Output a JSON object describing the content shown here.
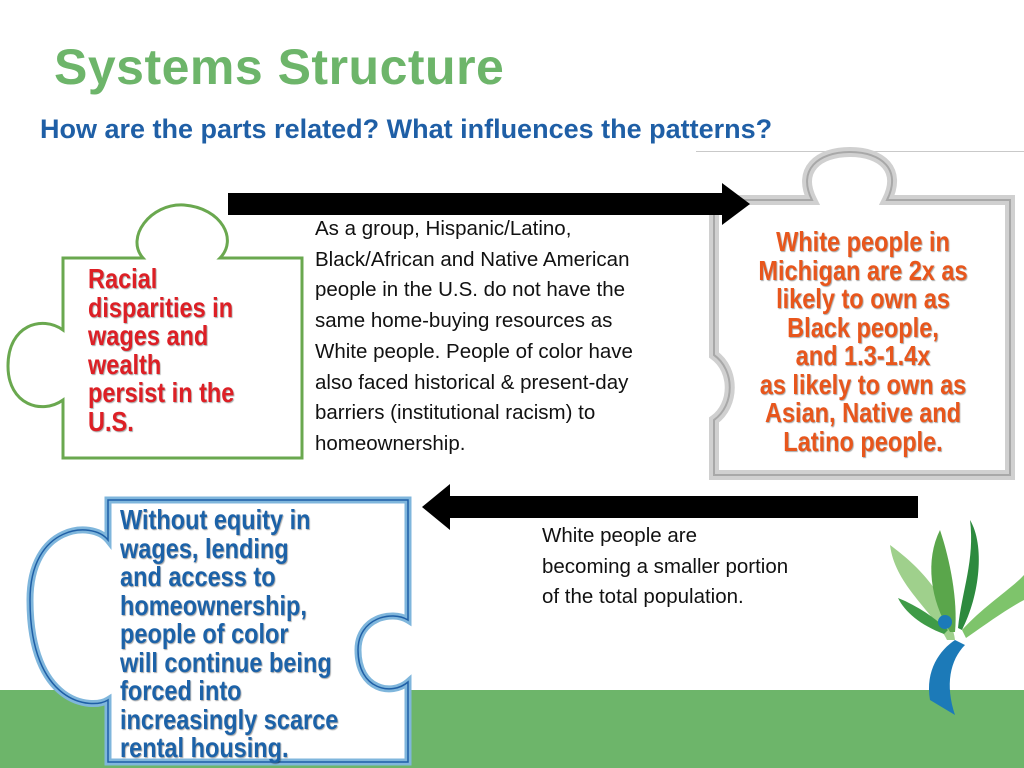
{
  "title": "Systems Structure",
  "subtitle": "How are the parts related?  What influences the patterns?",
  "puzzle_left": {
    "lines": [
      "Racial",
      "disparities in",
      "wages and",
      "wealth",
      "persist in the",
      "U.S."
    ],
    "color": "#dd1f25"
  },
  "puzzle_right": {
    "lines": [
      "White people in",
      "Michigan are 2x as",
      "likely to own as",
      "Black people,",
      "and 1.3-1.4x",
      "as likely to own as",
      "Asian, Native and",
      "Latino people."
    ],
    "color": "#e8561c"
  },
  "puzzle_bottom": {
    "lines": [
      "Without equity in",
      "wages, lending",
      "and access to",
      "homeownership,",
      "people of color",
      "will continue being",
      "forced into",
      "increasingly scarce",
      "rental housing."
    ],
    "color": "#1c62a8"
  },
  "paragraph_top": {
    "lines": [
      "As a group, Hispanic/Latino,",
      "Black/African and Native  American",
      "people in the U.S. do not have the",
      "same home-buying resources as",
      "White people. People of color have",
      "also faced historical & present-day",
      "barriers (institutional racism) to",
      "homeownership."
    ]
  },
  "paragraph_bottom": {
    "lines": [
      "White people are",
      "becoming a smaller portion",
      "of the total population."
    ]
  },
  "colors": {
    "title": "#6db56a",
    "subtitle": "#1f5fa6",
    "arrow": "#000000",
    "band": "#6db56a"
  },
  "icons": [
    "arrow-right-icon",
    "arrow-left-icon",
    "tree-logo-icon"
  ]
}
